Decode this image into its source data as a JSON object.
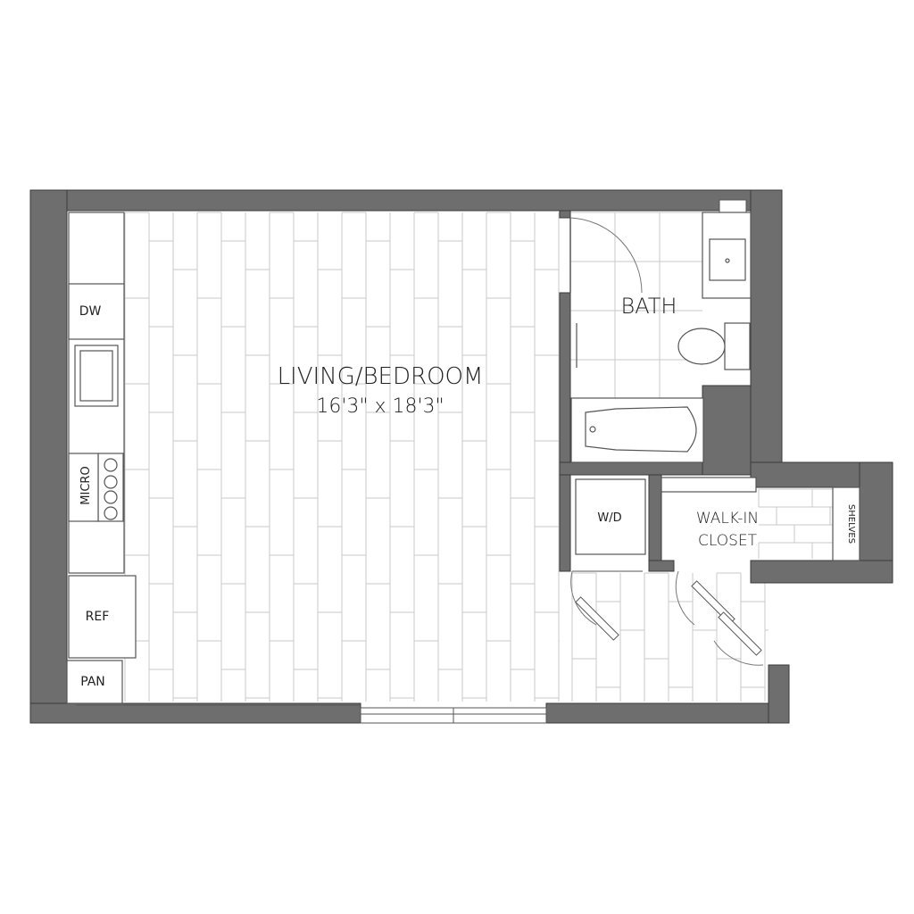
{
  "rooms": {
    "living": {
      "name": "LIVING/BEDROOM",
      "dimensions": "16'3\" x 18'3\""
    },
    "bath": {
      "name": "BATH"
    },
    "closet": {
      "name_line1": "WALK-IN",
      "name_line2": "CLOSET"
    }
  },
  "fixtures": {
    "dishwasher": "DW",
    "microwave": "MICRO",
    "refrigerator": "REF",
    "pantry": "PAN",
    "washer_dryer": "W/D",
    "shelves": "SHELVES"
  },
  "colors": {
    "wall": "#6e6e6e",
    "wall_stroke": "#3a3a3a",
    "floor_lines": "#c9c9c9",
    "tile_lines": "#cfcfcf",
    "fixture_stroke": "#555555",
    "text": "#222222"
  }
}
